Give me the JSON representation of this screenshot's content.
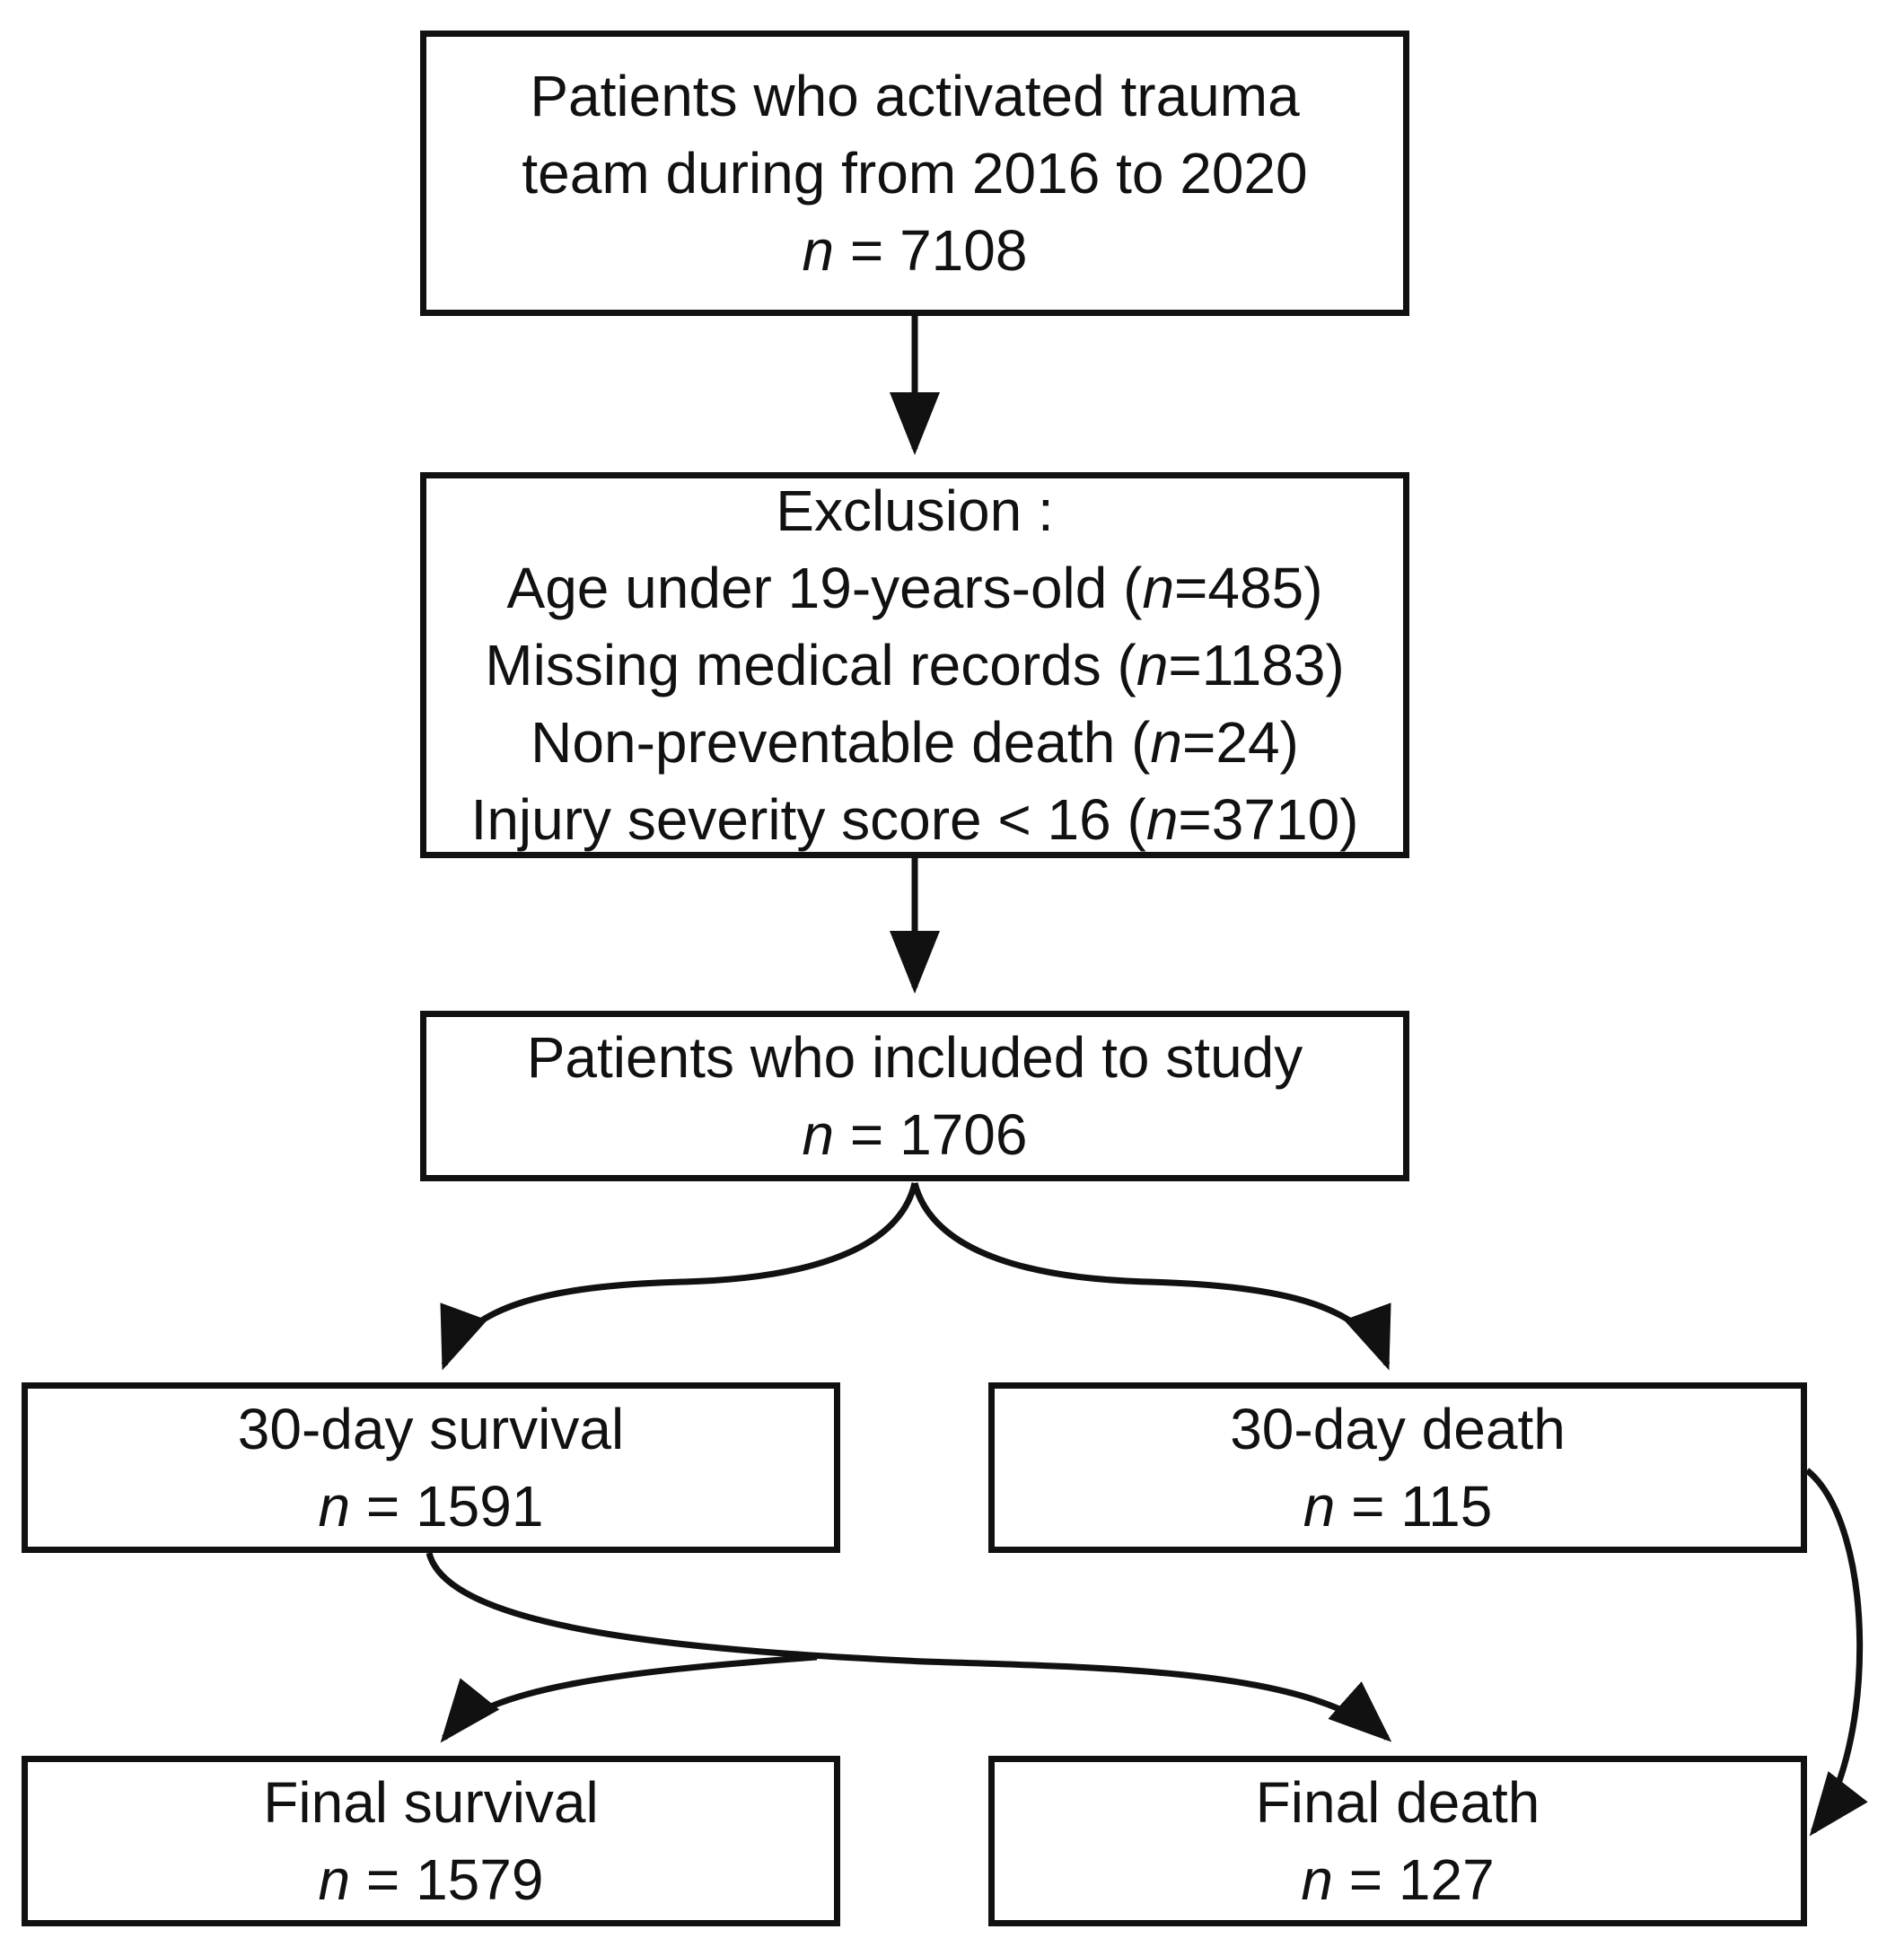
{
  "flowchart": {
    "start": {
      "lines": [
        "Patients who activated trauma",
        "team during from 2016 to 2020"
      ],
      "n_symbol": "n",
      "n_value": "= 7108"
    },
    "exclusion": {
      "heading": "Exclusion :",
      "items": [
        {
          "label": "Age under 19-years-old (",
          "n_symbol": "n",
          "n_value": "=485)"
        },
        {
          "label": "Missing medical records (",
          "n_symbol": "n",
          "n_value": "=1183)"
        },
        {
          "label": "Non-preventable death (",
          "n_symbol": "n",
          "n_value": "=24)"
        },
        {
          "label": "Injury severity score < 16 (",
          "n_symbol": "n",
          "n_value": "=3710)"
        }
      ]
    },
    "included": {
      "label": "Patients who included to study",
      "n_symbol": "n",
      "n_value": "= 1706"
    },
    "survival_30day": {
      "label": "30-day survival",
      "n_symbol": "n",
      "n_value": "= 1591"
    },
    "death_30day": {
      "label": "30-day death",
      "n_symbol": "n",
      "n_value": "= 115"
    },
    "final_survival": {
      "label": "Final survival",
      "n_symbol": "n",
      "n_value": "= 1579"
    },
    "final_death": {
      "label": "Final death",
      "n_symbol": "n",
      "n_value": "= 127"
    }
  },
  "colors": {
    "stroke": "#111111",
    "background": "#ffffff"
  }
}
